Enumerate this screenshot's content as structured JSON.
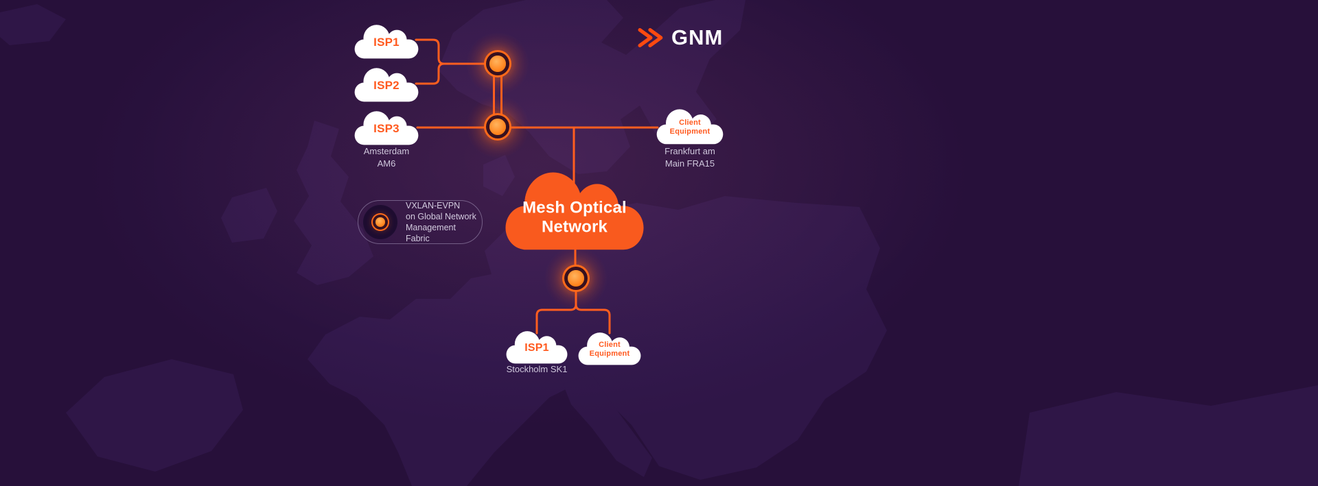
{
  "colors": {
    "background": "#27103a",
    "land": "#2f1647",
    "accent": "#ff5a1f",
    "mesh_cloud": "#f95a1e",
    "caption_text": "#cfc7dc",
    "logo_text": "#ffffff"
  },
  "logo": {
    "text": "GNM"
  },
  "legend": {
    "lines": [
      "VXLAN-EVPN",
      "on Global Network",
      "Management Fabric"
    ]
  },
  "clouds": {
    "isp1_top": {
      "label": "ISP1"
    },
    "isp2": {
      "label": "ISP2"
    },
    "isp3": {
      "label": "ISP3"
    },
    "client_frankfurt": {
      "line1": "Client",
      "line2": "Equipment"
    },
    "mesh": {
      "line1": "Mesh Optical",
      "line2": "Network"
    },
    "isp1_bottom": {
      "label": "ISP1"
    },
    "client_stockholm": {
      "line1": "Client",
      "line2": "Equipment"
    }
  },
  "captions": {
    "amsterdam": {
      "line1": "Amsterdam",
      "line2": "AM6"
    },
    "frankfurt": {
      "line1": "Frankfurt am",
      "line2": "Main FRA15"
    },
    "stockholm": "Stockholm SK1"
  }
}
